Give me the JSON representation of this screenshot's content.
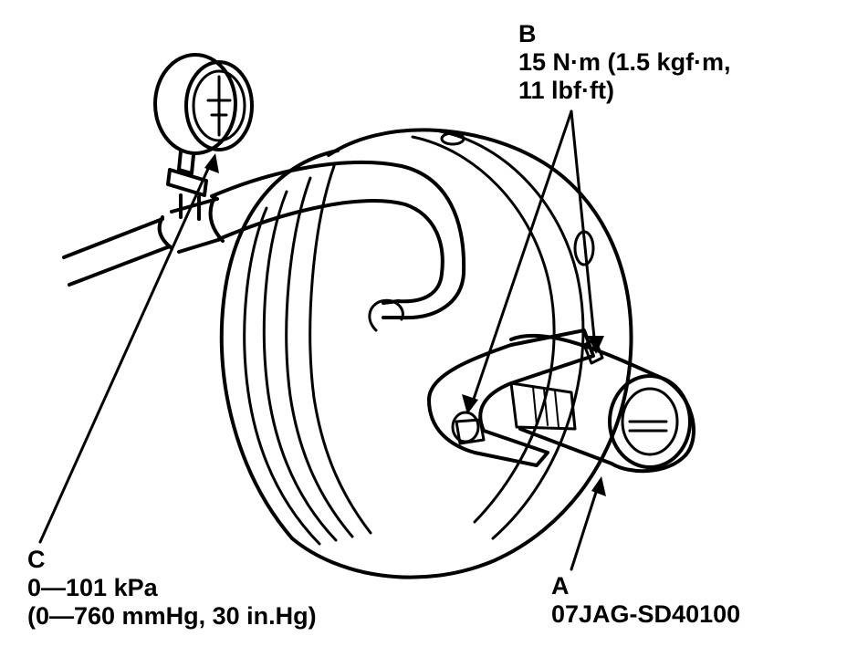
{
  "callouts": {
    "b": {
      "letter": "B",
      "line1": "15 N·m (1.5 kgf·m,",
      "line2": "11 lbf·ft)"
    },
    "c": {
      "letter": "C",
      "line1": "0—101 kPa",
      "line2": "(0—760 mmHg, 30 in.Hg)"
    },
    "a": {
      "letter": "A",
      "line1": "07JAG-SD40100"
    }
  },
  "colors": {
    "ink": "#000000",
    "paper": "#ffffff"
  },
  "icons": [
    "vacuum-gauge-icon"
  ]
}
